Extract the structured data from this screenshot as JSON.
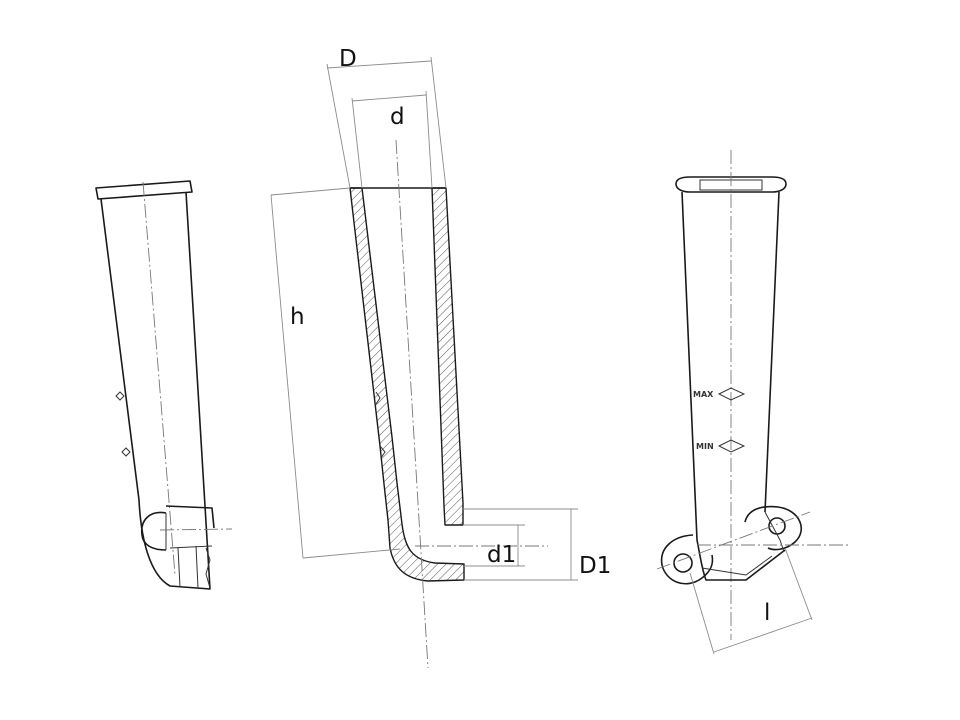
{
  "labels": {
    "outer_diameter": "D",
    "inner_diameter": "d",
    "height": "h",
    "bottom_inner": "d1",
    "bottom_outer": "D1",
    "length": "l"
  },
  "scale_marks": {
    "max": "MAX",
    "min": "MIN"
  }
}
